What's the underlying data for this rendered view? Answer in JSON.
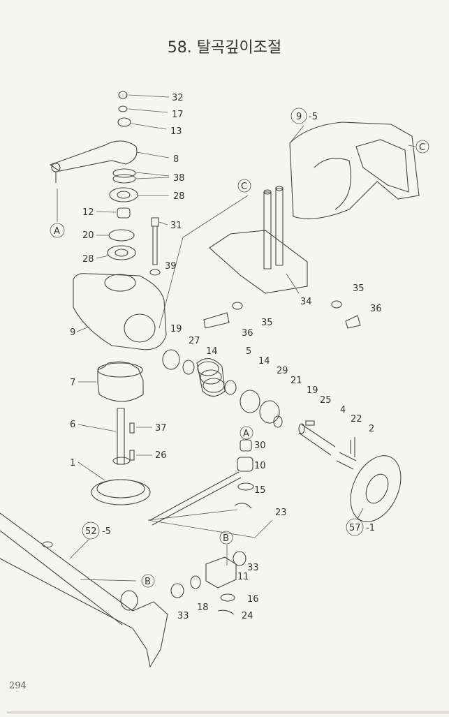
{
  "title": "58. 탈곡깊이조절",
  "page_number": "294",
  "callouts": [
    "32",
    "17",
    "13",
    "8",
    "38",
    "28",
    "12",
    "20",
    "28",
    "31",
    "39",
    "9",
    "19",
    "27",
    "14",
    "5",
    "14",
    "29",
    "21",
    "19",
    "25",
    "4",
    "22",
    "2",
    "7",
    "6",
    "37",
    "26",
    "1",
    "30",
    "10",
    "15",
    "23",
    "33",
    "11",
    "16",
    "24",
    "18",
    "33",
    "35",
    "36",
    "35",
    "36",
    "34"
  ],
  "refs": {
    "a1": "A",
    "a2": "A",
    "b1": "B",
    "b2": "B",
    "c1": "C",
    "c2": "C",
    "fig9": "9",
    "fig9_suffix": "-5",
    "fig52": "52",
    "fig52_suffix": "-5",
    "fig57": "57",
    "fig57_suffix": "-1"
  }
}
